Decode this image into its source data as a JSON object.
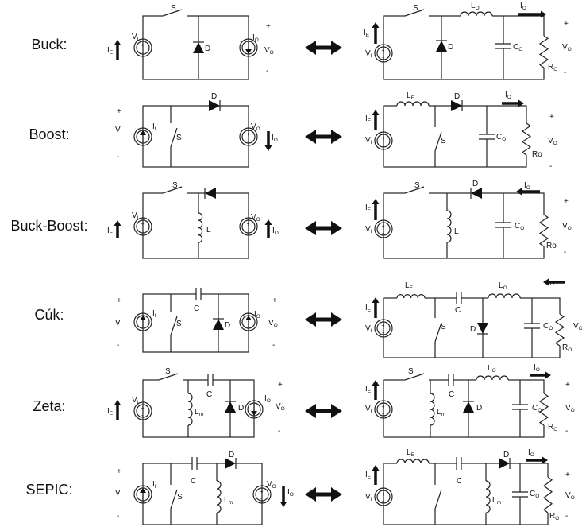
{
  "converters": [
    "Buck:",
    "Boost:",
    "Buck-Boost:",
    "Cúk:",
    "Zeta:",
    "SEPIC:"
  ],
  "labels": {
    "S": [
      "S",
      ""
    ],
    "D": [
      "D",
      ""
    ],
    "VI": [
      "V",
      "I"
    ],
    "II": [
      "I",
      "I"
    ],
    "IE": [
      "I",
      "E"
    ],
    "IF": [
      "I",
      "F"
    ],
    "IO": [
      "I",
      "O"
    ],
    "VO": [
      "V",
      "O"
    ],
    "LO": [
      "L",
      "O"
    ],
    "CO": [
      "C",
      "O"
    ],
    "RO": [
      "R",
      "O"
    ],
    "Ro": [
      "Ro",
      ""
    ],
    "LE": [
      "L",
      "E"
    ],
    "L": [
      "L",
      ""
    ],
    "C": [
      "C",
      ""
    ],
    "LM": [
      "L",
      "m"
    ],
    "plus": [
      "+",
      ""
    ],
    "minus": [
      "-",
      ""
    ]
  },
  "colors": {
    "line": "#222222",
    "background": "#ffffff"
  }
}
